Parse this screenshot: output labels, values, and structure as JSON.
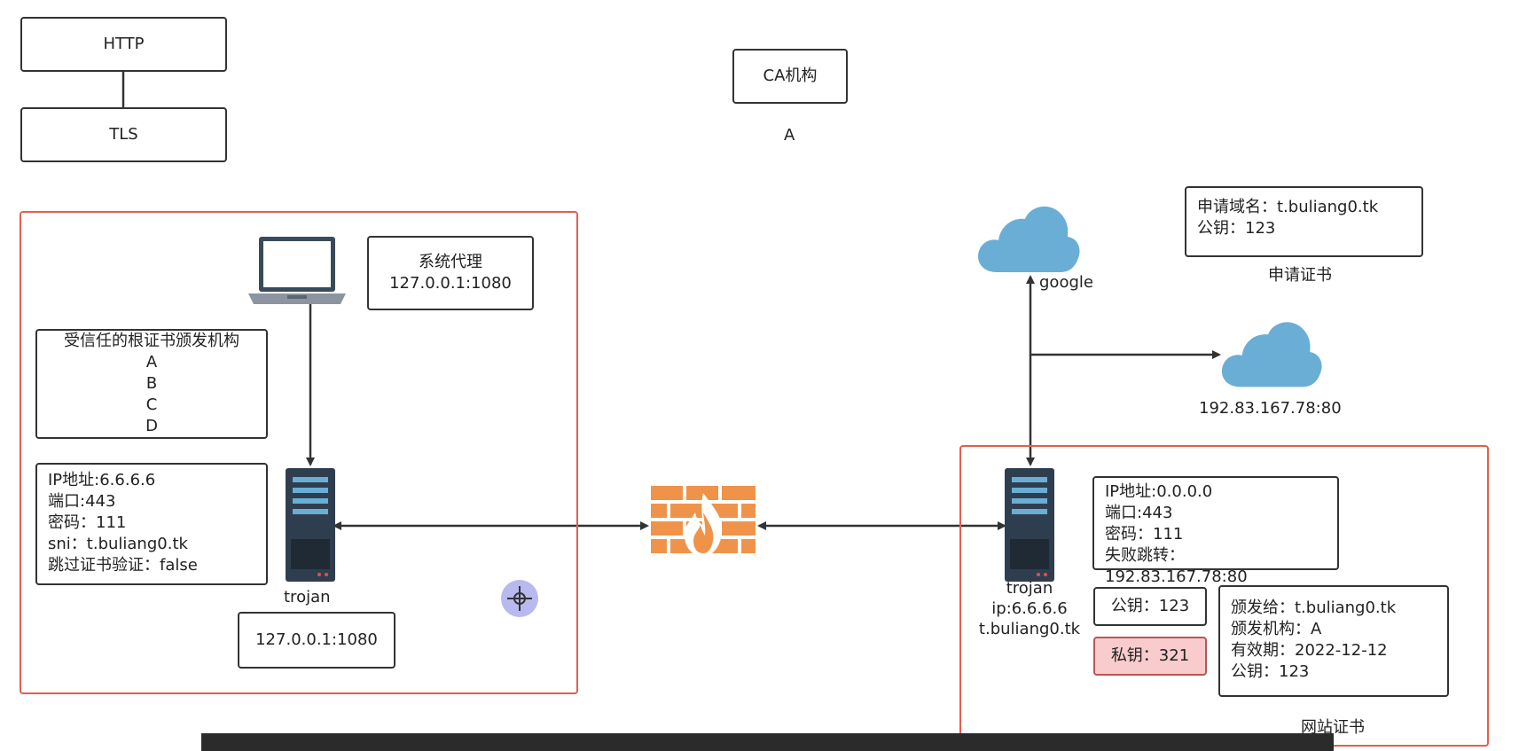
{
  "protocol_stack": {
    "top": "HTTP",
    "bottom": "TLS"
  },
  "ca": {
    "label": "CA机构",
    "sub": "A"
  },
  "client": {
    "sys_proxy": [
      "系统代理",
      "127.0.0.1:1080"
    ],
    "trusted_roots": [
      "受信任的根证书颁发机构",
      "A",
      "B",
      "C",
      "D"
    ],
    "config": [
      "IP地址:6.6.6.6",
      "端口:443",
      "密码：111",
      "sni：t.buliang0.tk",
      "跳过证书验证：false"
    ],
    "server_label": "trojan",
    "local_addr": "127.0.0.1:1080"
  },
  "server": {
    "google_label": "google",
    "fallback_addr": "192.83.167.78:80",
    "apply_box": [
      "申请域名：t.buliang0.tk",
      "公钥：123"
    ],
    "apply_caption": "申请证书",
    "config": [
      "IP地址:0.0.0.0",
      "端口:443",
      "密码：111",
      "失败跳转：192.83.167.78:80"
    ],
    "server_label": [
      "trojan",
      "ip:6.6.6.6",
      "t.buliang0.tk"
    ],
    "public_key": "公钥：123",
    "private_key": "私钥：321",
    "cert": [
      "颁发给：t.buliang0.tk",
      "颁发机构：A",
      "有效期：2022-12-12",
      "公钥：123"
    ],
    "cert_caption": "网站证书"
  },
  "colors": {
    "region": "#e06050",
    "cloud": "#6aaed6",
    "firewall": "#f0934a",
    "server": "#2f3e4e",
    "private_key_bg": "#f8cccc"
  },
  "icons": [
    "laptop-icon",
    "server-icon",
    "firewall-icon",
    "cloud-icon",
    "crosshair-icon"
  ]
}
